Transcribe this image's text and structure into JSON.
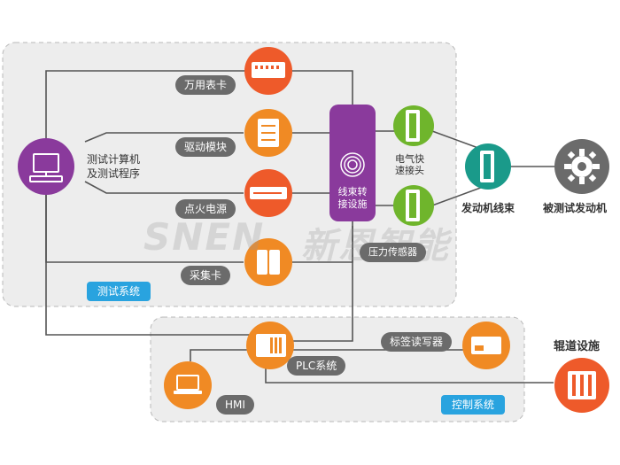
{
  "test_system": {
    "label": "测试系统",
    "computer_label": "测试计算机\n及测试程序",
    "modules": {
      "multimeter_card": "万用表卡",
      "driver_module": "驱动模块",
      "ignition_power": "点火电源",
      "acquisition_card": "采集卡"
    },
    "harness_hub": "线束转\n接设施",
    "quick_connector": "电气快\n速接头",
    "pressure_sensor": "压力传感器"
  },
  "engine": {
    "harness": "发动机线束",
    "engine_under_test": "被测试发动机"
  },
  "control_system": {
    "label": "控制系统",
    "plc": "PLC系统",
    "hmi": "HMI",
    "tag_reader": "标签读写器",
    "roller_track": "辊道设施"
  },
  "watermark": {
    "latin": "SNEN",
    "chinese": "新恩智能"
  },
  "colors": {
    "purple": "#8a3a9c",
    "orange": "#f08a24",
    "red_orange": "#ee5a2a",
    "green": "#6fb52c",
    "teal": "#1a9a8a",
    "gray": "#6b6b6b",
    "blue": "#29a3df"
  }
}
